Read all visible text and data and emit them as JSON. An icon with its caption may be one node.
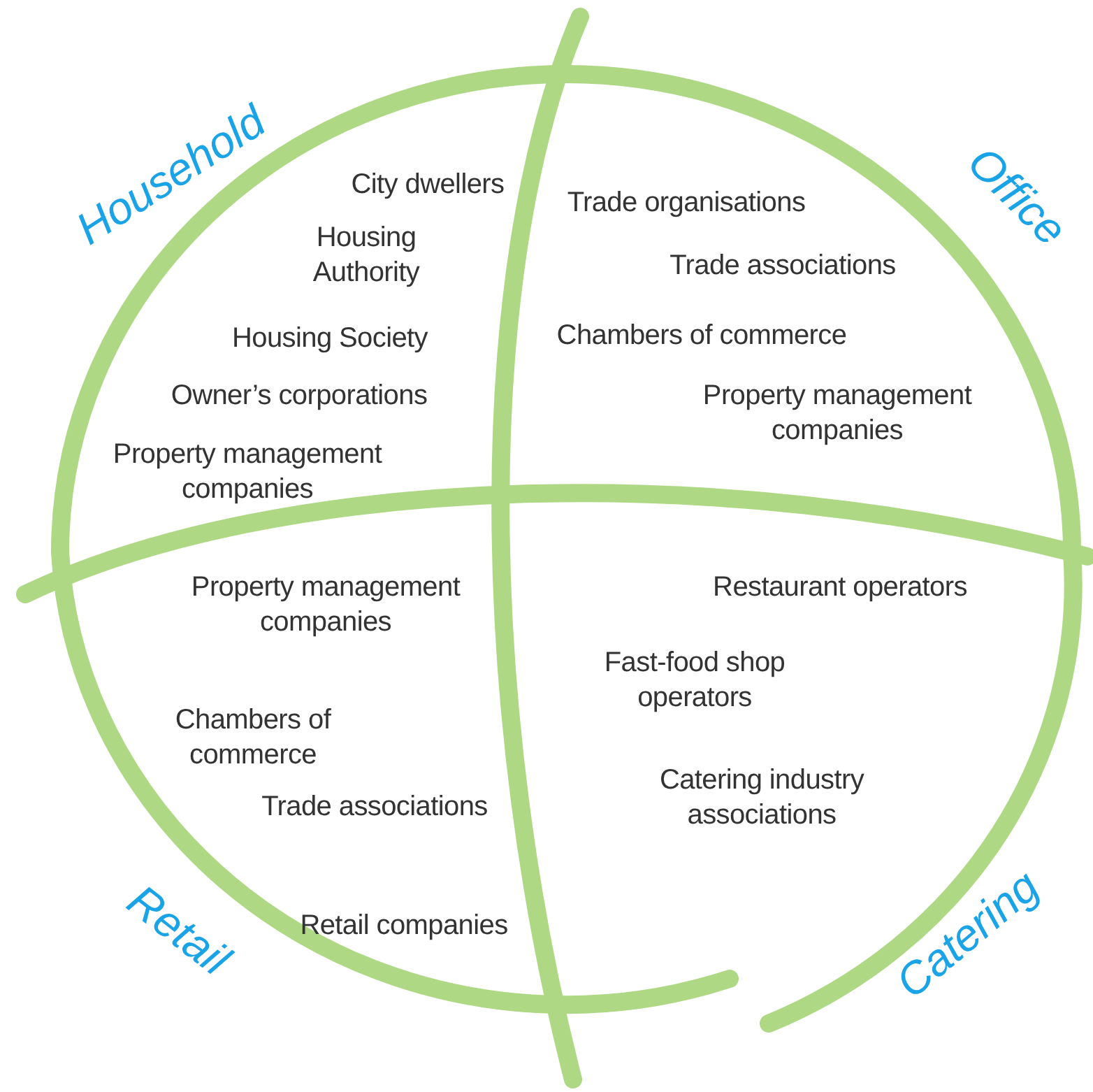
{
  "diagram": {
    "nodes": [
      {
        "text": [
          "Household",
          "City dwellers",
          "Housing Authority",
          "Housing Society",
          "Owner’s corporations",
          "Property management companies"
        ]
      },
      {
        "text": [
          "Office",
          "Trade organisations",
          "Trade associations",
          "Chambers of commerce",
          "Property management companies"
        ]
      },
      {
        "text": [
          "Retail",
          "Property management companies",
          "Chambers of commerce",
          "Trade associations",
          "Retail companies"
        ]
      },
      {
        "text": [
          "Catering",
          "Restaurant operators",
          "Fast-food shop operators",
          "Catering industry associations"
        ]
      }
    ]
  }
}
